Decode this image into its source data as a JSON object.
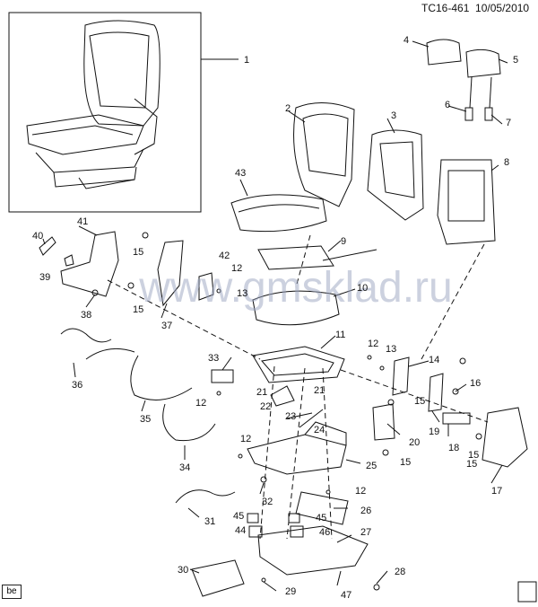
{
  "header": {
    "diagram_id": "TC16-461",
    "date": "10/05/2010"
  },
  "footer": {
    "corner_code": "be"
  },
  "watermark": {
    "text": "www.gmsklad.ru",
    "color": "#9aa3c0"
  },
  "callouts": [
    {
      "num": "1"
    },
    {
      "num": "2"
    },
    {
      "num": "3"
    },
    {
      "num": "4"
    },
    {
      "num": "5"
    },
    {
      "num": "6"
    },
    {
      "num": "7"
    },
    {
      "num": "8"
    },
    {
      "num": "9"
    },
    {
      "num": "10"
    },
    {
      "num": "11"
    },
    {
      "num": "12"
    },
    {
      "num": "12"
    },
    {
      "num": "12"
    },
    {
      "num": "12"
    },
    {
      "num": "12"
    },
    {
      "num": "13"
    },
    {
      "num": "13"
    },
    {
      "num": "14"
    },
    {
      "num": "15"
    },
    {
      "num": "15"
    },
    {
      "num": "15"
    },
    {
      "num": "15"
    },
    {
      "num": "15"
    },
    {
      "num": "15"
    },
    {
      "num": "16"
    },
    {
      "num": "17"
    },
    {
      "num": "18"
    },
    {
      "num": "19"
    },
    {
      "num": "20"
    },
    {
      "num": "21"
    },
    {
      "num": "21"
    },
    {
      "num": "22"
    },
    {
      "num": "23"
    },
    {
      "num": "24"
    },
    {
      "num": "25"
    },
    {
      "num": "26"
    },
    {
      "num": "27"
    },
    {
      "num": "28"
    },
    {
      "num": "29"
    },
    {
      "num": "30"
    },
    {
      "num": "31"
    },
    {
      "num": "32"
    },
    {
      "num": "33"
    },
    {
      "num": "34"
    },
    {
      "num": "35"
    },
    {
      "num": "36"
    },
    {
      "num": "37"
    },
    {
      "num": "38"
    },
    {
      "num": "39"
    },
    {
      "num": "40"
    },
    {
      "num": "41"
    },
    {
      "num": "42"
    },
    {
      "num": "43"
    },
    {
      "num": "44"
    },
    {
      "num": "45"
    },
    {
      "num": "45"
    },
    {
      "num": "46"
    },
    {
      "num": "47"
    }
  ]
}
